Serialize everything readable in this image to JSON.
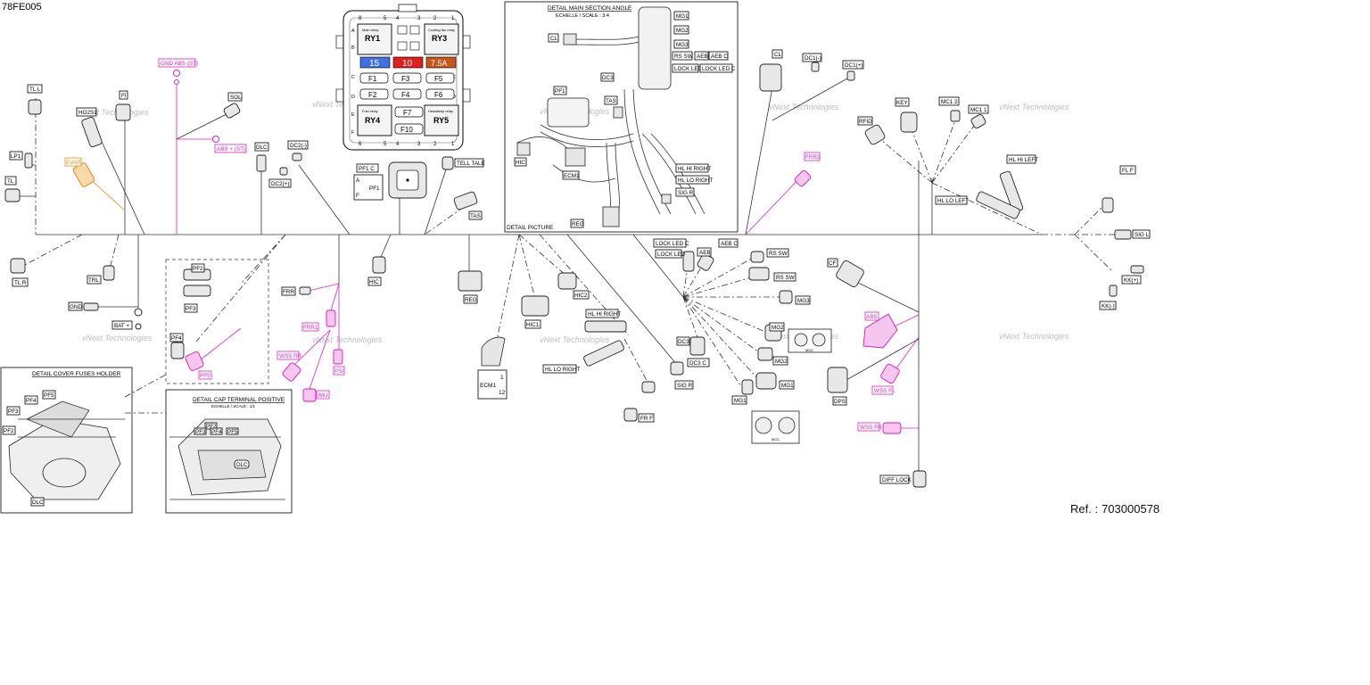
{
  "doc_id": "78FE005",
  "reference": {
    "label": "Ref. :",
    "number": "703000578"
  },
  "watermark": "vNext Technologies",
  "fuse_box": {
    "top_pins_left": [
      "8",
      "5",
      "4"
    ],
    "top_pins_right": [
      "3",
      "2",
      "1"
    ],
    "bottom_pins_left": [
      "6",
      "5",
      "4"
    ],
    "bottom_pins_right": [
      "3",
      "2",
      "1"
    ],
    "side_letters_left": [
      "A",
      "B",
      "C",
      "D",
      "E",
      "F"
    ],
    "side_letters_right": [
      "A",
      "B",
      "C",
      "D",
      "E",
      "F"
    ],
    "relays": [
      {
        "id": "RY1",
        "caption": "Main relay"
      },
      {
        "id": "RY3",
        "caption": "Cooling fan relay"
      },
      {
        "id": "RY4",
        "caption": "Fuel relay"
      },
      {
        "id": "RY5",
        "caption": "Headlamp relay"
      }
    ],
    "fuses_colored": [
      {
        "label": "15",
        "color": "#3f6fe0"
      },
      {
        "label": "10",
        "color": "#e02020"
      },
      {
        "label": "7.5A",
        "color": "#c8561a"
      }
    ],
    "fuses": [
      "F1",
      "F3",
      "F5",
      "F2",
      "F4",
      "F6",
      "F7",
      "F10"
    ]
  },
  "labels": {
    "tl_l": "TL L",
    "fi": "FI",
    "ho2s1": "HO2S1",
    "lp1": "LP1",
    "evap": "EVAP",
    "tl": "TL",
    "gnd_abs_st": "GND ABS (ST)",
    "abs_plus_st": "ABS + (ST)",
    "sol": "SOL",
    "dlc": "DLC",
    "dc2_minus": "DC2(-)",
    "dc2_plus": "DC2(+)",
    "pf1_c": "PF1 C",
    "pf1": "PF1",
    "pf1_a": "A",
    "pf1_f": "F",
    "tell_tale": "TELL TALE",
    "tas": "TAS",
    "tl_r": "TL R",
    "trl": "TRL",
    "gnd": "GND",
    "bat_plus": "BAT +",
    "pf2": "PF2",
    "pf3": "PF3",
    "pf4": "PF4",
    "pf5": "PF5",
    "frr": "FRR",
    "frr1": "FRR1",
    "wss_rr": "WSS RR",
    "psi": "PSI",
    "imu": "IMU",
    "hic": "HIC",
    "reg": "REG",
    "ecm1": "ECM1",
    "ecm1_pin1": "1",
    "ecm1_pin12": "12",
    "hic1": "HIC1",
    "hic2": "HIC2",
    "hl_hi_right": "HL HI RIGHT",
    "hl_lo_right": "HL LO RIGHT",
    "sig_r": "SIG R",
    "fr_f": "FR F",
    "lock_led_c": "LOCK LED C",
    "lock_led": "LOCK LED",
    "aeb": "AEB",
    "aeb_c": "AEB C",
    "rs_sw": "RS SW",
    "mg3": "MG3",
    "mg2": "MG2",
    "mg1": "MG1",
    "dc3": "DC3",
    "dc3_c": "DC3 C",
    "cf": "CF",
    "abs": "ABS",
    "wss_fl": "WSS FL",
    "dps": "DPS",
    "wss_fr": "WSS FR",
    "diff_lock": "DIFF LOCK",
    "cl": "CL",
    "dc1_minus": "DC1(-)",
    "dc1_plus": "DC1(+)",
    "frr2": "FRR2",
    "rfid": "RFID",
    "key": "KEY",
    "mc1_2": "MC1 2",
    "mc1_1": "MC1 1",
    "hl_hi_left": "HL HI LEFT",
    "hl_lo_left": "HL LO LEFT",
    "fl_f": "FL F",
    "sig_l": "SIG L",
    "kk_plus": "KK(+)",
    "kk_minus": "KK(-)",
    "mg_small": "MG1",
    "mg2_small": "MG2"
  },
  "detail_main": {
    "title": "DETAIL MAIN SECTION ANGLE",
    "subtitle": "ECHELLE / SCALE : 3:4",
    "picture_caption": "DETAIL PICTURE",
    "labels": {
      "mg1": "MG1",
      "mg2": "MG2",
      "mg3": "MG3",
      "rs_sw": "RS SW",
      "aeb": "AEB",
      "aeb_c": "AEB C",
      "lock_led": "LOCK LED",
      "lock_led_c": "LOCK LED C",
      "cl": "CL",
      "dc3": "DC3",
      "pf1": "PF1",
      "tas": "TAS",
      "hic": "HIC",
      "ecm1": "ECM1",
      "reg": "REG",
      "hl_hi_right": "HL HI RIGHT",
      "hl_lo_right": "HL LO RIGHT",
      "sig_r": "SIG R"
    }
  },
  "detail_cover": {
    "title": "DETAIL COVER FUSES HOLDER",
    "labels": {
      "pf5": "PF5",
      "pf4": "PF4",
      "pf3": "PF3",
      "pf2": "PF2",
      "dlc": "DLC"
    }
  },
  "detail_cap": {
    "title": "DETAIL CAP TERMINAL POSITIVE",
    "subtitle": "ECHELLE / SCALE : 1/1",
    "labels": {
      "pf2": "PF2",
      "pf3": "PF3",
      "pf4": "PF4",
      "pf5": "PF5",
      "dlc": "DLC"
    }
  },
  "colors": {
    "pink": "#e020c8",
    "orange": "#f08a14",
    "line": "#333333"
  }
}
